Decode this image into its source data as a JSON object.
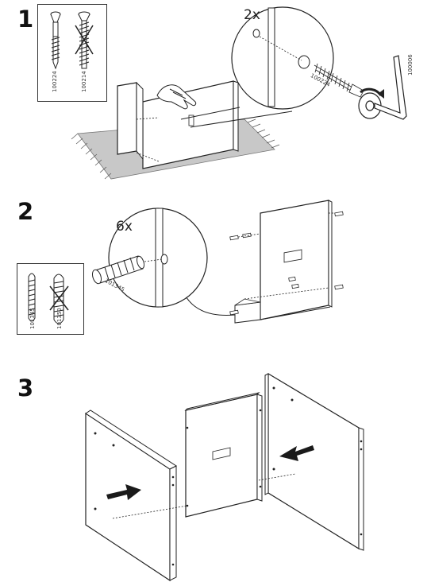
{
  "steps": [
    {
      "number": "1",
      "quantity": "2x",
      "parts": [
        "100224",
        "100214"
      ],
      "detail_codes": [
        "100224",
        "100006"
      ]
    },
    {
      "number": "2",
      "quantity": "6x",
      "parts": [
        "101345",
        "101350"
      ],
      "detail_codes": [
        "101345"
      ]
    },
    {
      "number": "3"
    }
  ],
  "colors": {
    "line": "#222222",
    "rug": "#c8c8c8",
    "panel": "#ffffff",
    "arrow": "#1a1a1a"
  }
}
